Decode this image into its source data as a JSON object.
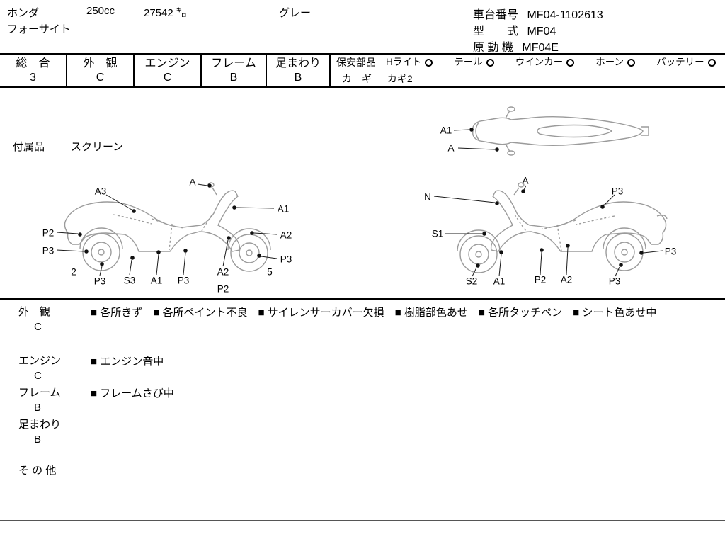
{
  "header": {
    "maker": "ホンダ",
    "displacement": "250cc",
    "mileage": "27542 ㌔",
    "color": "グレー",
    "model_name": "フォーサイト",
    "chassis_label": "車台番号",
    "chassis_value": "MF04-1102613",
    "model_code_label": "型　　式",
    "model_code_value": "MF04",
    "engine_label": "原 動 機",
    "engine_value": "MF04E"
  },
  "grades": {
    "overall_label": "総　合",
    "overall_value": "3",
    "exterior_label": "外　観",
    "exterior_value": "C",
    "engine_label": "エンジン",
    "engine_value": "C",
    "frame_label": "フレーム",
    "frame_value": "B",
    "foot_label": "足まわり",
    "foot_value": "B",
    "safety_label": "保安部品",
    "safety_items": [
      {
        "name": "Hライト"
      },
      {
        "name": "テール"
      },
      {
        "name": "ウインカー"
      },
      {
        "name": "ホーン"
      },
      {
        "name": "バッテリー"
      }
    ],
    "key_label": "カ　ギ",
    "key_value": "カギ2"
  },
  "accessories": {
    "label": "付属品",
    "value": "スクリーン"
  },
  "diagram_left": {
    "labels": [
      "A3",
      "A",
      "A1",
      "P2",
      "P3",
      "A2",
      "P3",
      "2",
      "P3",
      "S3",
      "A1",
      "P3",
      "A2",
      "P2",
      "5"
    ]
  },
  "diagram_right": {
    "labels": [
      "A1",
      "A",
      "N",
      "A",
      "P3",
      "S1",
      "P3",
      "S2",
      "A1",
      "P2",
      "A2",
      "P3"
    ]
  },
  "notes": {
    "rows": [
      {
        "label": "外　観",
        "grade": "C",
        "text": "■ 各所きず　■ 各所ペイント不良　■ サイレンサーカバー欠損　■ 樹脂部色あせ　■ 各所タッチペン　■ シート色あせ中"
      },
      {
        "label": "エンジン",
        "grade": "C",
        "text": "■ エンジン音中"
      },
      {
        "label": "フレーム",
        "grade": "B",
        "text": "■ フレームさび中"
      },
      {
        "label": "足まわり",
        "grade": "B",
        "text": ""
      },
      {
        "label": "そ の 他",
        "grade": "",
        "text": ""
      }
    ]
  }
}
